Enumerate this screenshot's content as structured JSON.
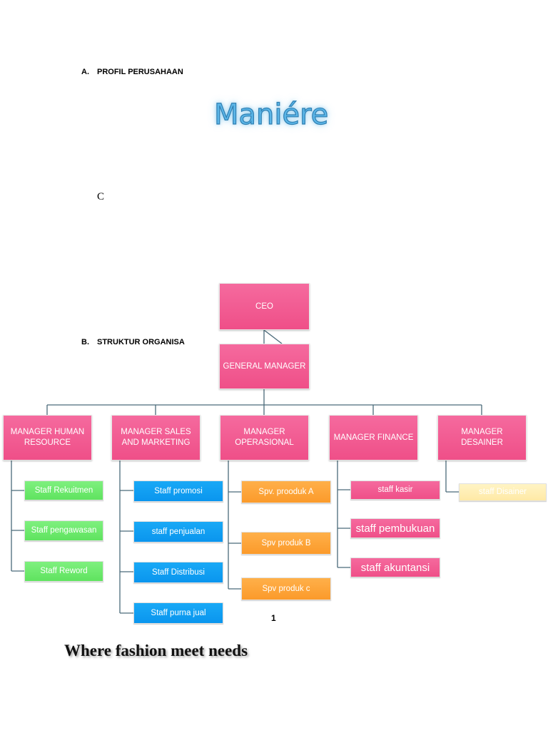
{
  "headings": {
    "a": {
      "letter": "A.",
      "text": "PROFIL PERUSAHAAN"
    },
    "b": {
      "letter": "B.",
      "text": "STRUKTUR ORGANISA"
    }
  },
  "brand": "Maniére",
  "stray_letter": "C",
  "page_number": "1",
  "tagline": "Where fashion meet needs",
  "colors": {
    "manager_pink": "#ef4f88",
    "hr_green": "#5fe35f",
    "sales_blue": "#0a95ee",
    "ops_orange": "#fb9a2a",
    "designer_yellow": "#ffe9a6",
    "connector": "#4a6a7a"
  },
  "org": {
    "ceo": "CEO",
    "general_manager": "GENERAL MANAGER",
    "departments": [
      {
        "manager": "MANAGER HUMAN\nRESOURCE",
        "staff": [
          "Staff Rekuitmen",
          "Staff pengawasan",
          "Staff  Reword"
        ]
      },
      {
        "manager": "MANAGER SALES\nAND MARKETING",
        "staff": [
          "Staff promosi",
          "staff penjualan",
          "Staff Distribusi",
          "Staff  purna jual"
        ]
      },
      {
        "manager": "MANAGER\nOPERASIONAL",
        "staff": [
          "Spv. prooduk A",
          "Spv produk B",
          "Spv produk c"
        ]
      },
      {
        "manager": "MANAGER FINANCE",
        "staff": [
          "staff kasir",
          "staff pembukuan",
          "staff akuntansi"
        ]
      },
      {
        "manager": "MANAGER\nDESAINER",
        "staff": [
          "staff Disainer"
        ]
      }
    ]
  }
}
